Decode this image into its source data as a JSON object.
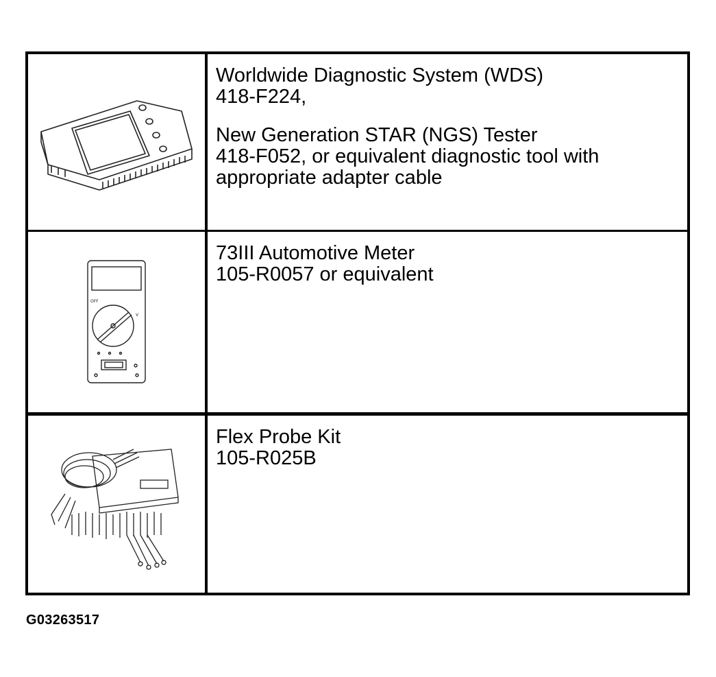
{
  "tools": [
    {
      "icon": "diagnostic-tester-icon",
      "lines": [
        "Worldwide Diagnostic System (WDS)",
        "418-F224,",
        "",
        "New Generation STAR (NGS) Tester",
        "418-F052, or equivalent diagnostic tool with",
        "appropriate adapter cable"
      ]
    },
    {
      "icon": "multimeter-icon",
      "lines": [
        "73III Automotive Meter",
        "105-R0057 or equivalent"
      ]
    },
    {
      "icon": "probe-kit-icon",
      "lines": [
        "Flex Probe Kit",
        "105-R025B"
      ]
    }
  ],
  "figure_id": "G03263517"
}
